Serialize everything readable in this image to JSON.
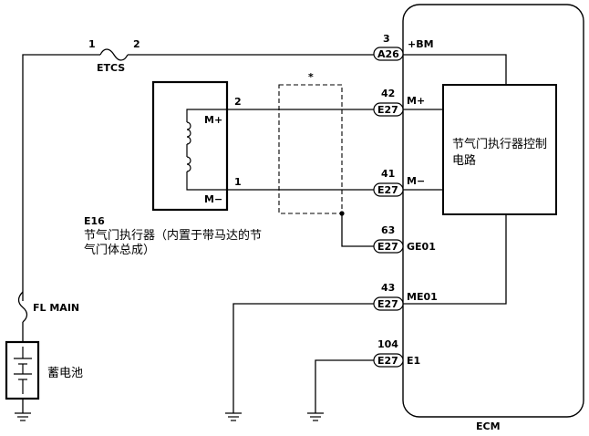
{
  "fuse_etcs": {
    "pin1": "1",
    "pin2": "2",
    "name": "ETCS"
  },
  "fuse_main": {
    "name": "FL MAIN"
  },
  "battery": {
    "label": "蓄电池"
  },
  "actuator": {
    "id": "E16",
    "name_line1": "节气门执行器（内置于带马达的节",
    "name_line2": "气门体总成）",
    "pin_top": "2",
    "pin_bottom": "1",
    "label_plus": "M+",
    "label_minus": "M−"
  },
  "shield_mark": "*",
  "ecm": {
    "label": "ECM",
    "circuit_line1": "节气门执行器控制",
    "circuit_line2": "电路"
  },
  "connectors": [
    {
      "pin": "3",
      "conn": "A26",
      "signal": "+BM"
    },
    {
      "pin": "42",
      "conn": "E27",
      "signal": "M+"
    },
    {
      "pin": "41",
      "conn": "E27",
      "signal": "M−"
    },
    {
      "pin": "63",
      "conn": "E27",
      "signal": "GE01"
    },
    {
      "pin": "43",
      "conn": "E27",
      "signal": "ME01"
    },
    {
      "pin": "104",
      "conn": "E27",
      "signal": "E1"
    }
  ]
}
